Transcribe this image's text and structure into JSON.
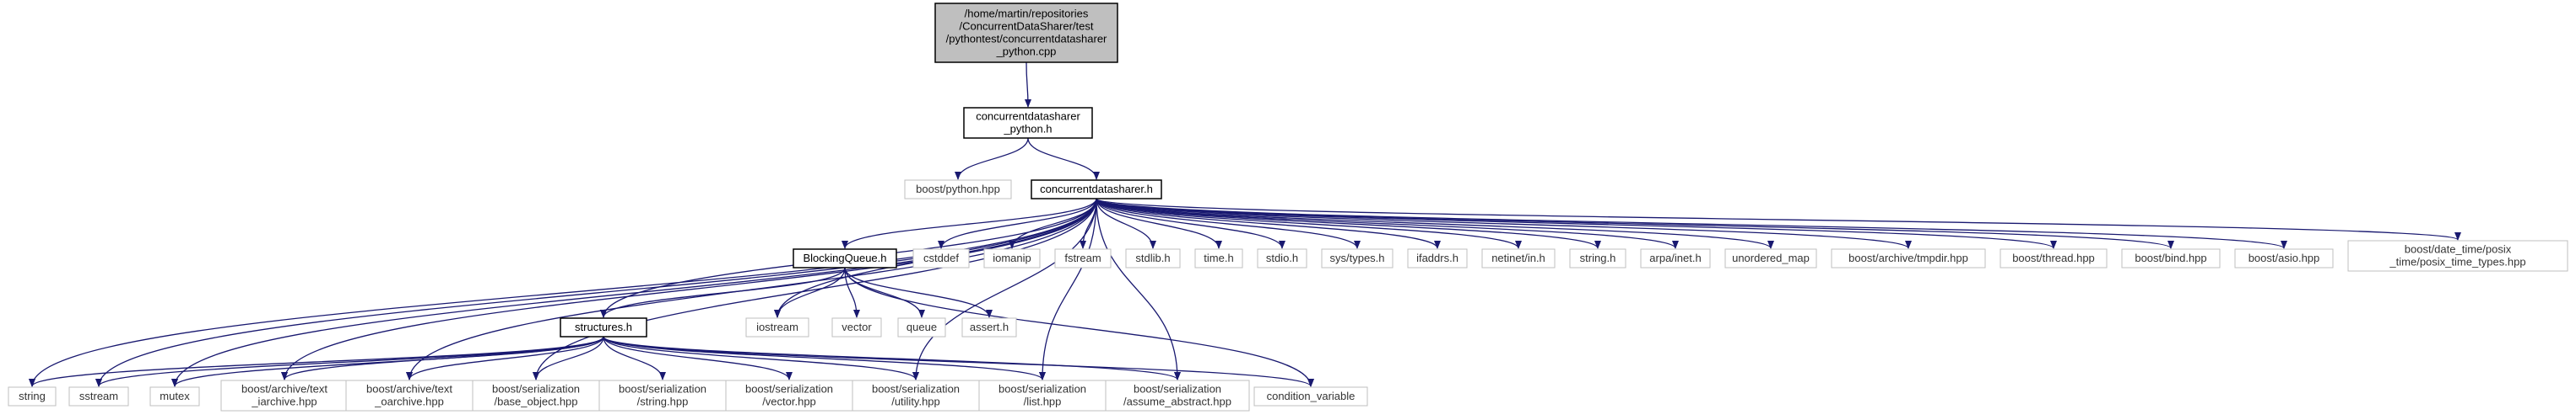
{
  "colors": {
    "edge": "#191970",
    "root_fill": "#bfbfbf",
    "node_fill": "#ffffff",
    "border_dark": "#000000",
    "border_light": "#bfbfbf"
  },
  "nodes": [
    {
      "id": "root",
      "lines": [
        "/home/martin/repositories",
        "/ConcurrentDataSharer/test",
        "/pythontest/concurrentdatasharer",
        "_python.cpp"
      ],
      "style": "root"
    },
    {
      "id": "cds_python_h",
      "lines": [
        "concurrentdatasharer",
        "_python.h"
      ],
      "style": "dark"
    },
    {
      "id": "boost_python",
      "lines": [
        "boost/python.hpp"
      ],
      "style": "light"
    },
    {
      "id": "cds_h",
      "lines": [
        "concurrentdatasharer.h"
      ],
      "style": "dark"
    },
    {
      "id": "blockingqueue",
      "lines": [
        "BlockingQueue.h"
      ],
      "style": "dark"
    },
    {
      "id": "cstddef",
      "lines": [
        "cstddef"
      ],
      "style": "light"
    },
    {
      "id": "iomanip",
      "lines": [
        "iomanip"
      ],
      "style": "light"
    },
    {
      "id": "fstream",
      "lines": [
        "fstream"
      ],
      "style": "light"
    },
    {
      "id": "stdlib",
      "lines": [
        "stdlib.h"
      ],
      "style": "light"
    },
    {
      "id": "time",
      "lines": [
        "time.h"
      ],
      "style": "light"
    },
    {
      "id": "stdio",
      "lines": [
        "stdio.h"
      ],
      "style": "light"
    },
    {
      "id": "systypes",
      "lines": [
        "sys/types.h"
      ],
      "style": "light"
    },
    {
      "id": "ifaddrs",
      "lines": [
        "ifaddrs.h"
      ],
      "style": "light"
    },
    {
      "id": "netinet",
      "lines": [
        "netinet/in.h"
      ],
      "style": "light"
    },
    {
      "id": "stringh",
      "lines": [
        "string.h"
      ],
      "style": "light"
    },
    {
      "id": "arpainet",
      "lines": [
        "arpa/inet.h"
      ],
      "style": "light"
    },
    {
      "id": "unordered_map",
      "lines": [
        "unordered_map"
      ],
      "style": "light"
    },
    {
      "id": "tmpdir",
      "lines": [
        "boost/archive/tmpdir.hpp"
      ],
      "style": "light"
    },
    {
      "id": "thread",
      "lines": [
        "boost/thread.hpp"
      ],
      "style": "light"
    },
    {
      "id": "bind",
      "lines": [
        "boost/bind.hpp"
      ],
      "style": "light"
    },
    {
      "id": "asio",
      "lines": [
        "boost/asio.hpp"
      ],
      "style": "light"
    },
    {
      "id": "posix_time",
      "lines": [
        "boost/date_time/posix",
        "_time/posix_time_types.hpp"
      ],
      "style": "light"
    },
    {
      "id": "structures",
      "lines": [
        "structures.h"
      ],
      "style": "dark"
    },
    {
      "id": "iostream",
      "lines": [
        "iostream"
      ],
      "style": "light"
    },
    {
      "id": "vector",
      "lines": [
        "vector"
      ],
      "style": "light"
    },
    {
      "id": "queue",
      "lines": [
        "queue"
      ],
      "style": "light"
    },
    {
      "id": "asserth",
      "lines": [
        "assert.h"
      ],
      "style": "light"
    },
    {
      "id": "string",
      "lines": [
        "string"
      ],
      "style": "light"
    },
    {
      "id": "sstream",
      "lines": [
        "sstream"
      ],
      "style": "light"
    },
    {
      "id": "mutex",
      "lines": [
        "mutex"
      ],
      "style": "light"
    },
    {
      "id": "text_iarchive",
      "lines": [
        "boost/archive/text",
        "_iarchive.hpp"
      ],
      "style": "light"
    },
    {
      "id": "text_oarchive",
      "lines": [
        "boost/archive/text",
        "_oarchive.hpp"
      ],
      "style": "light"
    },
    {
      "id": "base_object",
      "lines": [
        "boost/serialization",
        "/base_object.hpp"
      ],
      "style": "light"
    },
    {
      "id": "ser_string",
      "lines": [
        "boost/serialization",
        "/string.hpp"
      ],
      "style": "light"
    },
    {
      "id": "ser_vector",
      "lines": [
        "boost/serialization",
        "/vector.hpp"
      ],
      "style": "light"
    },
    {
      "id": "ser_utility",
      "lines": [
        "boost/serialization",
        "/utility.hpp"
      ],
      "style": "light"
    },
    {
      "id": "ser_list",
      "lines": [
        "boost/serialization",
        "/list.hpp"
      ],
      "style": "light"
    },
    {
      "id": "assume_abstract",
      "lines": [
        "boost/serialization",
        "/assume_abstract.hpp"
      ],
      "style": "light"
    },
    {
      "id": "condvar",
      "lines": [
        "condition_variable"
      ],
      "style": "light"
    }
  ],
  "edges": [
    [
      "root",
      "cds_python_h"
    ],
    [
      "cds_python_h",
      "boost_python"
    ],
    [
      "cds_python_h",
      "cds_h"
    ],
    [
      "cds_h",
      "blockingqueue"
    ],
    [
      "cds_h",
      "cstddef"
    ],
    [
      "cds_h",
      "iomanip"
    ],
    [
      "cds_h",
      "fstream"
    ],
    [
      "cds_h",
      "stdlib"
    ],
    [
      "cds_h",
      "time"
    ],
    [
      "cds_h",
      "stdio"
    ],
    [
      "cds_h",
      "systypes"
    ],
    [
      "cds_h",
      "ifaddrs"
    ],
    [
      "cds_h",
      "netinet"
    ],
    [
      "cds_h",
      "stringh"
    ],
    [
      "cds_h",
      "arpainet"
    ],
    [
      "cds_h",
      "unordered_map"
    ],
    [
      "cds_h",
      "tmpdir"
    ],
    [
      "cds_h",
      "thread"
    ],
    [
      "cds_h",
      "bind"
    ],
    [
      "cds_h",
      "asio"
    ],
    [
      "cds_h",
      "posix_time"
    ],
    [
      "cds_h",
      "structures"
    ],
    [
      "cds_h",
      "iostream"
    ],
    [
      "cds_h",
      "string"
    ],
    [
      "cds_h",
      "sstream"
    ],
    [
      "cds_h",
      "mutex"
    ],
    [
      "cds_h",
      "text_iarchive"
    ],
    [
      "cds_h",
      "text_oarchive"
    ],
    [
      "cds_h",
      "base_object"
    ],
    [
      "cds_h",
      "ser_utility"
    ],
    [
      "cds_h",
      "ser_list"
    ],
    [
      "cds_h",
      "assume_abstract"
    ],
    [
      "blockingqueue",
      "structures"
    ],
    [
      "blockingqueue",
      "iostream"
    ],
    [
      "blockingqueue",
      "vector"
    ],
    [
      "blockingqueue",
      "queue"
    ],
    [
      "blockingqueue",
      "asserth"
    ],
    [
      "blockingqueue",
      "condvar"
    ],
    [
      "structures",
      "string"
    ],
    [
      "structures",
      "sstream"
    ],
    [
      "structures",
      "mutex"
    ],
    [
      "structures",
      "text_iarchive"
    ],
    [
      "structures",
      "text_oarchive"
    ],
    [
      "structures",
      "base_object"
    ],
    [
      "structures",
      "ser_string"
    ],
    [
      "structures",
      "ser_vector"
    ],
    [
      "structures",
      "ser_utility"
    ],
    [
      "structures",
      "ser_list"
    ],
    [
      "structures",
      "assume_abstract"
    ],
    [
      "structures",
      "condvar"
    ]
  ]
}
